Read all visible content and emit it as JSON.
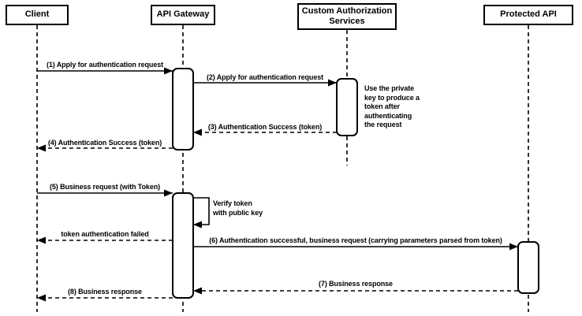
{
  "diagram_type": "sequence-diagram",
  "colors": {
    "line": "#000000",
    "background": "#ffffff"
  },
  "actors": [
    {
      "label": "Client"
    },
    {
      "label": "API Gateway"
    },
    {
      "label": "Custom Authorization Services"
    },
    {
      "label": "Protected API"
    }
  ],
  "messages": [
    {
      "seq": 1,
      "label": "(1) Apply for authentication request",
      "from": "Client",
      "to": "API Gateway",
      "line": "solid"
    },
    {
      "seq": 2,
      "label": "(2) Apply for authentication request",
      "from": "API Gateway",
      "to": "Custom Authorization Services",
      "line": "solid"
    },
    {
      "seq": 3,
      "label": "(3) Authentication Success (token)",
      "from": "Custom Authorization Services",
      "to": "API Gateway",
      "line": "dashed"
    },
    {
      "seq": 4,
      "label": "(4) Authentication Success (token)",
      "from": "API Gateway",
      "to": "Client",
      "line": "dashed"
    },
    {
      "seq": 5,
      "label": "(5) Business request (with Token)",
      "from": "Client",
      "to": "API Gateway",
      "line": "solid"
    },
    {
      "seq": 6,
      "label": "token authentication failed",
      "from": "API Gateway",
      "to": "Client",
      "line": "dashed"
    },
    {
      "seq": 7,
      "label": "(6) Authentication successful, business request (carrying parameters parsed from token)",
      "from": "API Gateway",
      "to": "Protected API",
      "line": "solid"
    },
    {
      "seq": 8,
      "label": "(7) Business response",
      "from": "Protected API",
      "to": "API Gateway",
      "line": "dashed"
    },
    {
      "seq": 9,
      "label": "(8) Business response",
      "from": "API Gateway",
      "to": "Client",
      "line": "dashed"
    }
  ],
  "self_message": {
    "actor": "API Gateway",
    "lines": [
      "Verify token",
      "with public key"
    ]
  },
  "note": {
    "attached_to": "Custom Authorization Services",
    "lines": [
      "Use the private",
      "key to produce a",
      "token after",
      "authenticating",
      "the request"
    ]
  }
}
